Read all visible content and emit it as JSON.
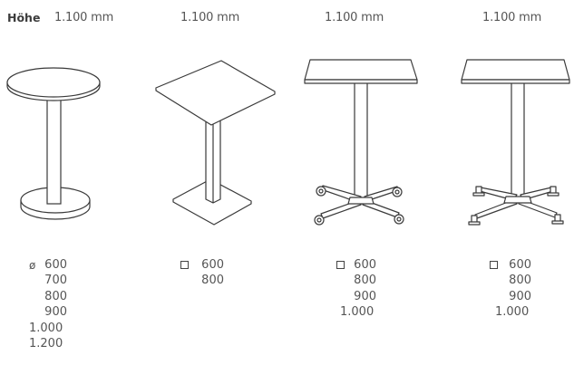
{
  "height_label": "Höhe",
  "columns": [
    {
      "height": "1.100 mm",
      "shape": "round",
      "symbol": "ø",
      "symbol_icon": "diameter-icon",
      "sizes": [
        "600",
        "700",
        "800",
        "900",
        "1.000",
        "1.200"
      ]
    },
    {
      "height": "1.100 mm",
      "shape": "square-diamond",
      "symbol": "",
      "symbol_icon": "square-icon",
      "sizes": [
        "600",
        "800"
      ]
    },
    {
      "height": "1.100 mm",
      "shape": "square-castors",
      "symbol": "",
      "symbol_icon": "square-icon",
      "sizes": [
        "600",
        "800",
        "900",
        "1.000"
      ]
    },
    {
      "height": "1.100 mm",
      "shape": "square-glides",
      "symbol": "",
      "symbol_icon": "square-icon",
      "sizes": [
        "600",
        "800",
        "900",
        "1.000"
      ]
    }
  ],
  "colors": {
    "line": "#3a3a3a",
    "text": "#555555"
  }
}
